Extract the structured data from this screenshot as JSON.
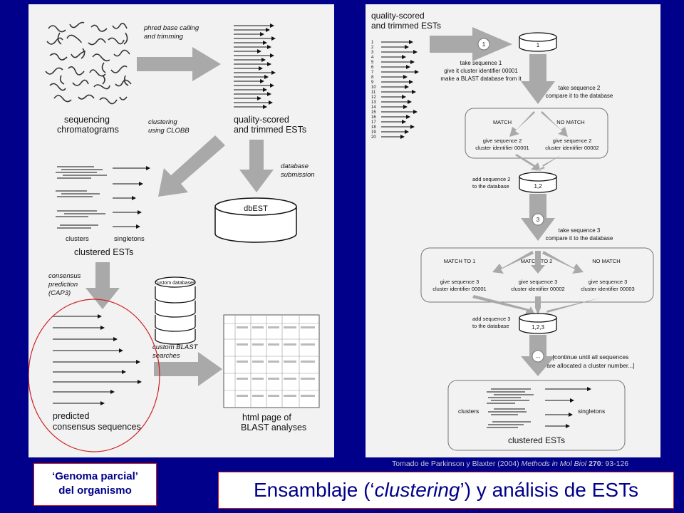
{
  "left_diagram": {
    "sequencing_label": [
      "sequencing",
      "chromatograms"
    ],
    "phred_label": [
      "phred base calling",
      "and trimming"
    ],
    "quality_label": [
      "quality-scored",
      "and trimmed ESTs"
    ],
    "clustering_label": [
      "clustering",
      "using CLOBB"
    ],
    "database_label": [
      "database",
      "submission"
    ],
    "dbest_label": "dbEST",
    "clusters_label": "clusters",
    "singletons_label": "singletons",
    "clustered_label": "clustered ESTs",
    "consensus_label": [
      "consensus",
      "prediction",
      "(CAP3)"
    ],
    "custom_db_label": "custom databases",
    "custom_blast_label": [
      "custom BLAST",
      "searches"
    ],
    "predicted_label": [
      "predicted",
      "consensus sequences"
    ],
    "html_label": [
      "html page of",
      "BLAST analyses"
    ]
  },
  "right_diagram": {
    "header": [
      "quality-scored",
      "and trimmed ESTs"
    ],
    "row_numbers": [
      "1",
      "2",
      "3",
      "4",
      "5",
      "6",
      "7",
      "8",
      "9",
      "10",
      "11",
      "12",
      "13",
      "14",
      "15",
      "16",
      "17",
      "18",
      "19",
      "20"
    ],
    "step1_badge": "1",
    "db1_label": "1",
    "take1_text": [
      "take sequence 1",
      "give it cluster identifier 00001",
      "make a BLAST database from it"
    ],
    "take2_text": [
      "take sequence 2",
      "compare it to the database"
    ],
    "match_label": "MATCH",
    "nomatch_label": "NO MATCH",
    "give2a": [
      "give sequence 2",
      "cluster identifier 00001"
    ],
    "give2b": [
      "give sequence 2",
      "cluster identifier 00002"
    ],
    "add2_text": [
      "add sequence 2",
      "to the database"
    ],
    "db2_label": "1,2",
    "step3_badge": "3",
    "take3_text": [
      "take sequence 3",
      "compare it to the database"
    ],
    "match_to1": "MATCH TO 1",
    "match_to2": "MATCH TO 2",
    "nomatch3": "NO MATCH",
    "give3a": [
      "give sequence 3",
      "cluster identifier 00001"
    ],
    "give3b": [
      "give sequence 3",
      "cluster identifier 00002"
    ],
    "give3c": [
      "give sequence 3",
      "cluster identifier 00003"
    ],
    "add3_text": [
      "add sequence 3",
      "to the database"
    ],
    "db3_label": "1,2,3",
    "ellipsis_badge": "...",
    "continue_text": [
      "[continue until all sequences",
      "are allocated a cluster number...]"
    ],
    "clusters_label": "clusters",
    "singletons_label": "singletons",
    "clustered_label": "clustered ESTs"
  },
  "citation": {
    "prefix": "Tomado de Parkinson y Blaxter (2004) ",
    "journal": "Methods in Mol Biol",
    "volume": "270",
    "pages": ": 93-126"
  },
  "genoma_box": {
    "line1": "‘Genoma parcial’",
    "line2": "del organismo"
  },
  "title": {
    "prefix": "Ensamblaje (‘",
    "italic": "clustering",
    "suffix": "’) y análisis de ESTs"
  },
  "colors": {
    "background": "#00008b",
    "panel": "#f2f2f2",
    "arrow_gray": "#a9a9a9",
    "accent_red": "#d02020"
  }
}
